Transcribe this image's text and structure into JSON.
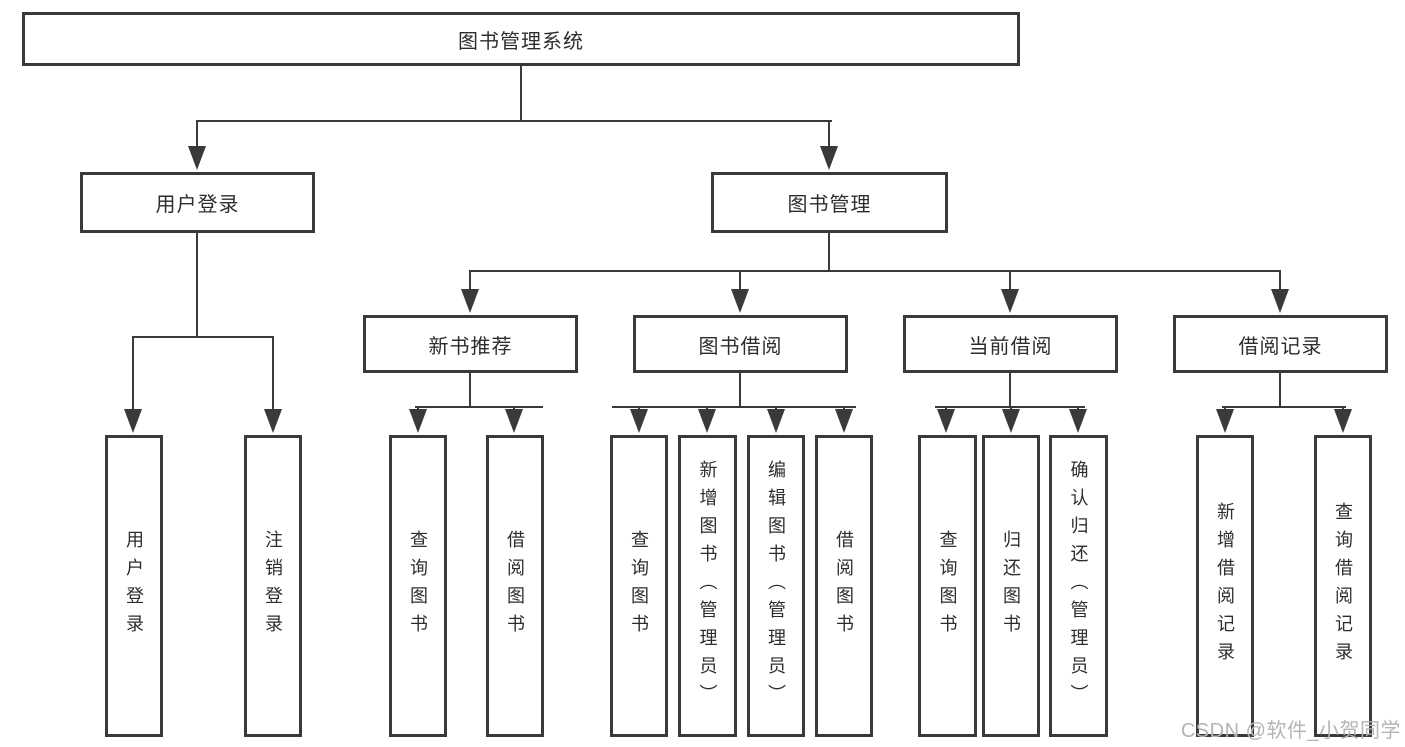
{
  "tree": {
    "label": "图书管理系统",
    "children": [
      {
        "label": "用户登录",
        "children": [
          {
            "label": "用户登录"
          },
          {
            "label": "注销登录"
          }
        ]
      },
      {
        "label": "图书管理",
        "children": [
          {
            "label": "新书推荐",
            "children": [
              {
                "label": "查询图书"
              },
              {
                "label": "借阅图书"
              }
            ]
          },
          {
            "label": "图书借阅",
            "children": [
              {
                "label": "查询图书"
              },
              {
                "label": "新增图书（管理员）"
              },
              {
                "label": "编辑图书（管理员）"
              },
              {
                "label": "借阅图书"
              }
            ]
          },
          {
            "label": "当前借阅",
            "children": [
              {
                "label": "查询图书"
              },
              {
                "label": "归还图书"
              },
              {
                "label": "确认归还（管理员）"
              }
            ]
          },
          {
            "label": "借阅记录",
            "children": [
              {
                "label": "新增借阅记录"
              },
              {
                "label": "查询借阅记录"
              }
            ]
          }
        ]
      }
    ]
  },
  "watermark": {
    "text": "CSDN @软件_小贺同学"
  },
  "colors": {
    "line": "#3a3a3a",
    "text": "#2d2d2d",
    "watermark": "#b4b4b9",
    "background": "#ffffff"
  }
}
